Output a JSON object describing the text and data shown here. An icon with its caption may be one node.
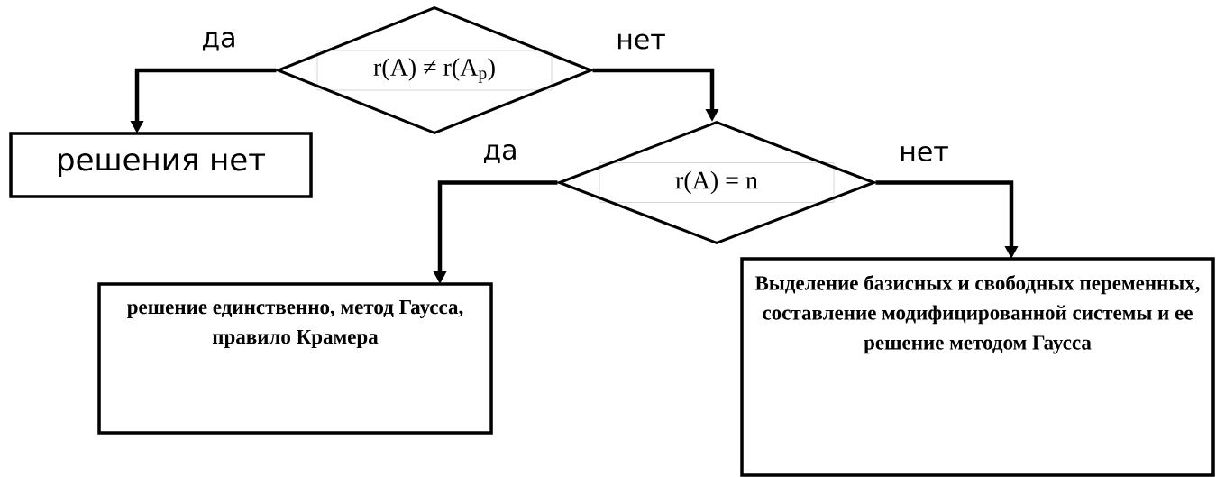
{
  "diagram": {
    "nodes": [
      {
        "text": [
          "r(A) ≠ r(A$_{p}$)"
        ]
      },
      {
        "text": [
          "решения нет"
        ]
      },
      {
        "text": [
          "r(A) = n"
        ]
      },
      {
        "text": [
          "решение единственно, метод Гаусса, правило Крамера"
        ]
      },
      {
        "text": [
          "Выделение базисных и свободных переменных, составление модифицированной системы и ее решение методом Гаусса"
        ]
      }
    ],
    "edges": [
      {
        "from": 0,
        "to": 1,
        "arrow": "to",
        "label": "да"
      },
      {
        "from": 0,
        "to": 2,
        "arrow": "to",
        "label": "нет"
      },
      {
        "from": 2,
        "to": 3,
        "arrow": "to",
        "label": "да"
      },
      {
        "from": 2,
        "to": 4,
        "arrow": "to",
        "label": "нет"
      }
    ]
  }
}
